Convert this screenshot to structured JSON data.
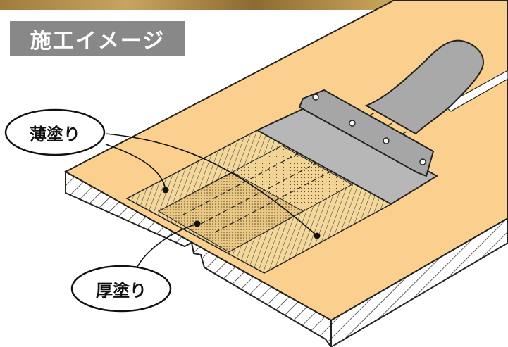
{
  "header": {
    "title": "施工イメージ"
  },
  "callouts": {
    "thin_coat": "薄塗り",
    "thick_coat": "厚塗り"
  },
  "colors": {
    "wood": "#fbcf8e",
    "hatch_band": "#f4d89b",
    "dotted_area": "#e8c785",
    "brush_metal": "#a9a9a9",
    "title_bg": "#888888",
    "top_band": "#b08a48"
  }
}
